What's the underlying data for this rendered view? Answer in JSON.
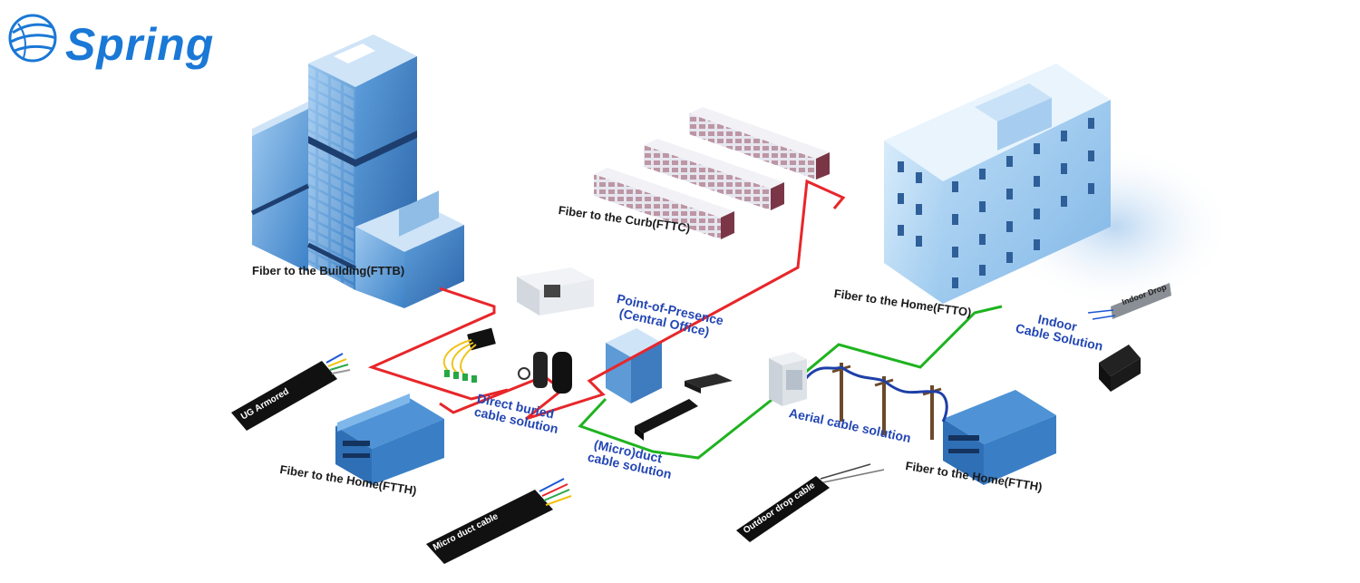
{
  "brand": {
    "name": "Spring",
    "color": "#1a78d6"
  },
  "labels": {
    "fttb": "Fiber to the Building(FTTB)",
    "fttc": "Fiber to the Curb(FTTC)",
    "ftto": "Fiber to the Home(FTTO)",
    "ftth_left": "Fiber to the Home(FTTH)",
    "ftth_right": "Fiber to the Home(FTTH)",
    "pop_line1": "Point-of-Presence",
    "pop_line2": "(Central Office)",
    "direct_line1": "Direct buried",
    "direct_line2": "cable solution",
    "duct_line1": "(Micro)duct",
    "duct_line2": "cable solution",
    "aerial": "Aerial cable solution",
    "indoor_line1": "Indoor",
    "indoor_line2": "Cable Solution"
  },
  "cables": {
    "ug_armored": "UG Armored",
    "micro_duct": "Micro duct cable",
    "outdoor_drop": "Outdoor drop cable",
    "indoor_drop": "Indoor Drop"
  },
  "colors": {
    "red_line": "#e8262a",
    "green_line": "#1fb31f",
    "label_blue": "#2346b4",
    "aerial_blue": "#1e3fa8",
    "building_blue": "#6aa9e0"
  }
}
